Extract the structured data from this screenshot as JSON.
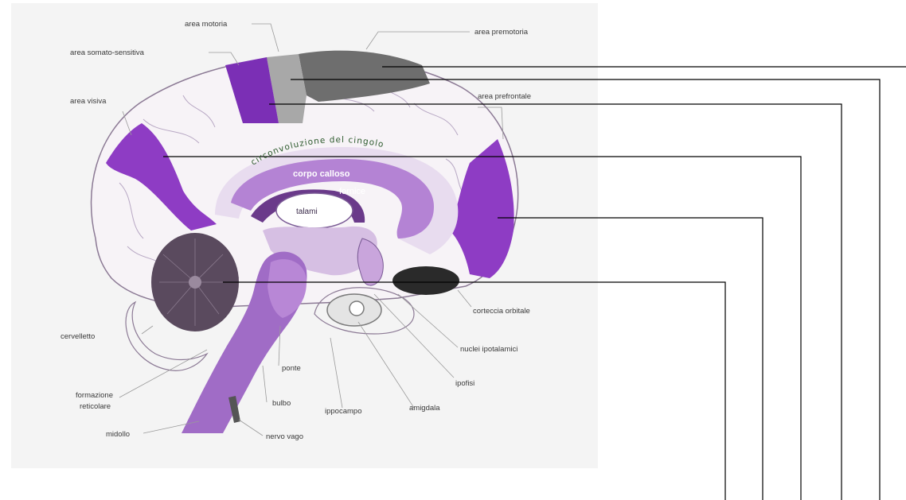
{
  "labels": {
    "area_motoria": "area motoria",
    "area_premotoria": "area premotoria",
    "area_somato_sensitiva": "area somato-sensitiva",
    "area_visiva": "area visiva",
    "area_prefrontale": "area prefrontale",
    "circonvoluzione_del_cingolo": "circonvoluzione del cingolo",
    "corpo_calloso": "corpo calloso",
    "fornice": "fornice",
    "talami": "talami",
    "corteccia_orbitale": "corteccia orbitale",
    "nuclei_ipotalamici": "nuclei ipotalamici",
    "ipofisi": "ipofisi",
    "cervelletto": "cervelletto",
    "ponte": "ponte",
    "formazione": "formazione",
    "reticolare": "reticolare",
    "bulbo": "bulbo",
    "ippocampo": "ippocampo",
    "amigdala": "amigdala",
    "midollo": "midollo",
    "nervo_vago": "nervo vago"
  },
  "colors": {
    "panel_background": "#f5f5f5",
    "cortex_fill": "#f8f4f8",
    "purple_dark": "#7b2fb5",
    "purple_mid": "#9b59c9",
    "purple_light": "#c9a5dc",
    "grey_dark": "#6e6e6e",
    "grey_mid": "#a8a8a8",
    "cerebellum": "#5a4a5e",
    "orbital": "#2a2a2a",
    "leader_line": "#000000"
  }
}
